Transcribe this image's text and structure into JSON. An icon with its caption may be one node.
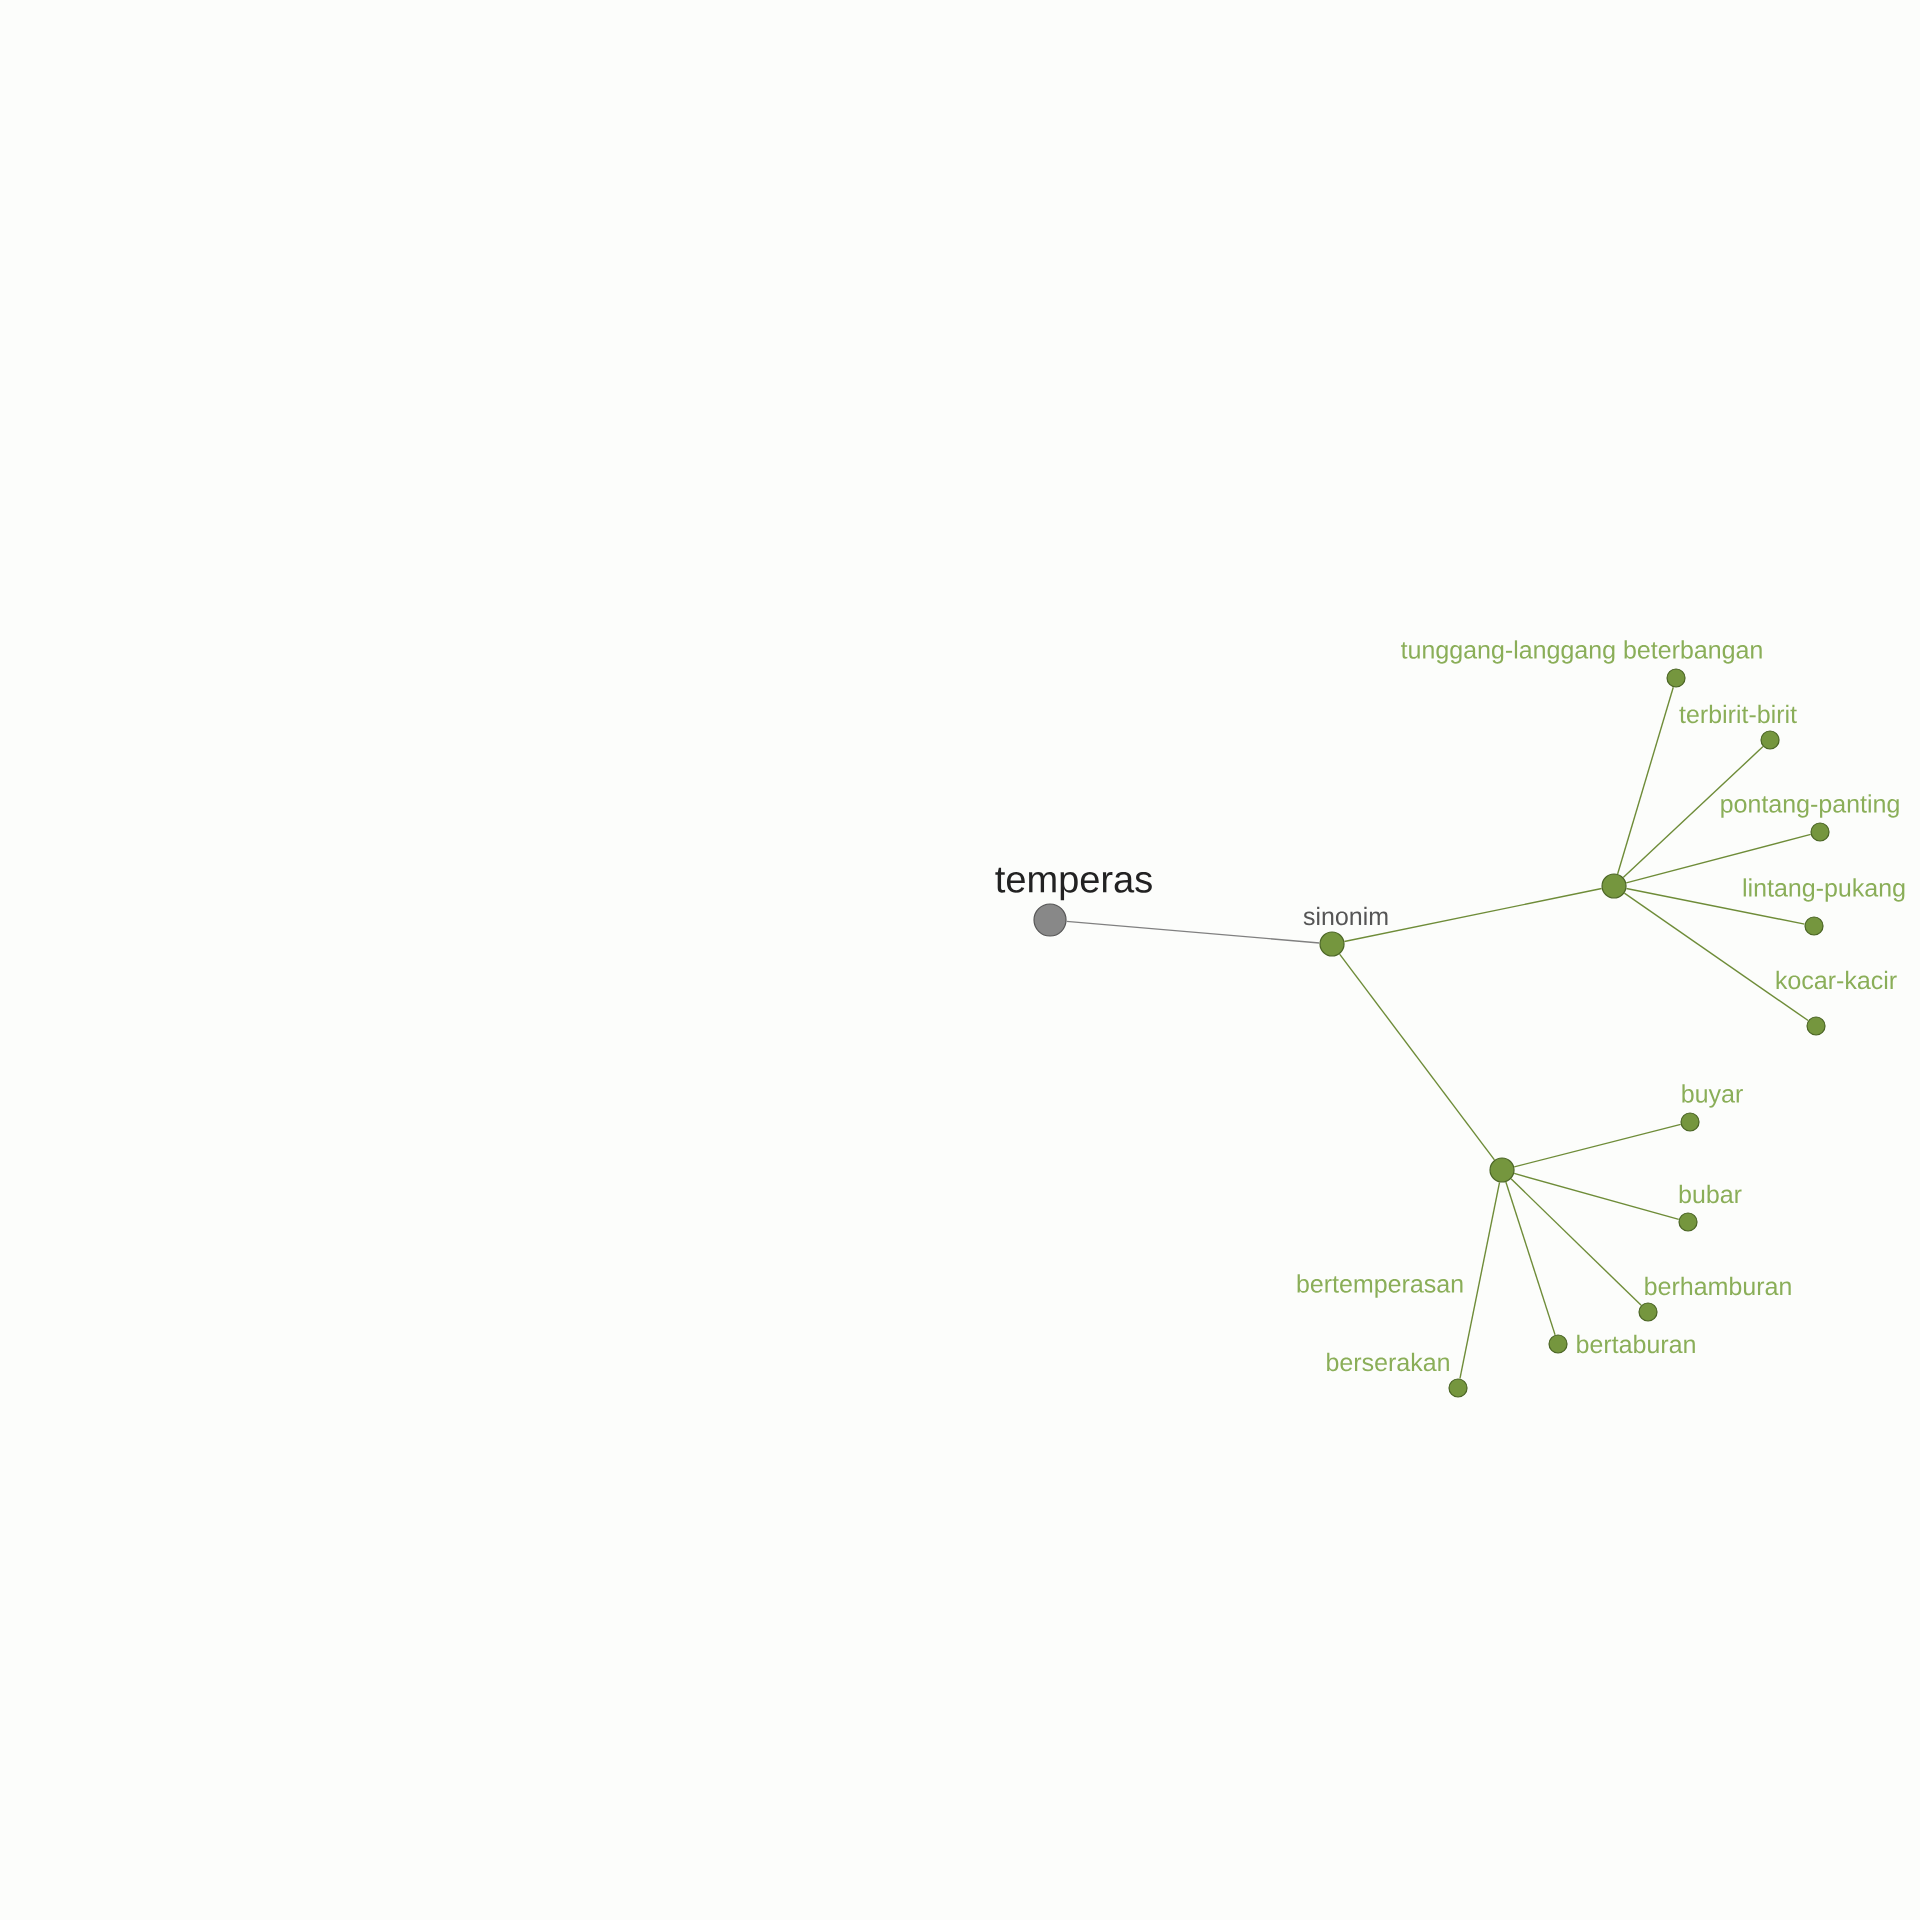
{
  "diagram": {
    "nodes": [
      {
        "text": [
          "temperas"
        ]
      },
      {
        "text": [
          "sinonim"
        ]
      },
      {
        "text": [],
        "shape": "circle"
      },
      {
        "text": [],
        "shape": "circle"
      },
      {
        "text": [
          "tunggang-langgang beterbangan"
        ]
      },
      {
        "text": [
          "terbirit-birit"
        ]
      },
      {
        "text": [
          "pontang-panting"
        ]
      },
      {
        "text": [
          "lintang-pukang"
        ]
      },
      {
        "text": [
          "kocar-kacir"
        ]
      },
      {
        "text": [
          "buyar"
        ]
      },
      {
        "text": [
          "bubar"
        ]
      },
      {
        "text": [
          "berhamburan"
        ]
      },
      {
        "text": [
          "bertaburan"
        ]
      },
      {
        "text": [
          "berserakan"
        ]
      }
    ],
    "edges": [
      {
        "from": 0,
        "to": 1,
        "arrow": "none",
        "color": "#808080"
      },
      {
        "from": 1,
        "to": 2,
        "arrow": "none"
      },
      {
        "from": 1,
        "to": 3,
        "arrow": "none"
      },
      {
        "from": 2,
        "to": 4,
        "arrow": "none"
      },
      {
        "from": 2,
        "to": 5,
        "arrow": "none"
      },
      {
        "from": 2,
        "to": 6,
        "arrow": "none"
      },
      {
        "from": 2,
        "to": 7,
        "arrow": "none"
      },
      {
        "from": 2,
        "to": 8,
        "arrow": "none"
      },
      {
        "from": 3,
        "to": 9,
        "arrow": "none"
      },
      {
        "from": 3,
        "to": 10,
        "arrow": "none"
      },
      {
        "from": 3,
        "to": 11,
        "arrow": "none"
      },
      {
        "from": 3,
        "to": 12,
        "arrow": "none"
      },
      {
        "from": 3,
        "to": 13,
        "arrow": "none"
      }
    ],
    "labels": [
      "bertemperasan"
    ]
  }
}
